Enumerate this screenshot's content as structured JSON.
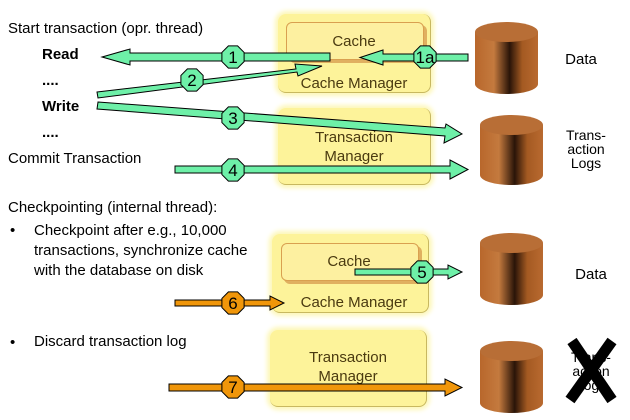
{
  "left_text": {
    "start_transaction": "Start transaction (opr. thread)",
    "read": "Read",
    "dots1": "....",
    "write": "Write",
    "dots2": "....",
    "commit": "Commit Transaction",
    "checkpointing": "Checkpointing (internal thread):",
    "bullet": "•",
    "bullet1": "Checkpoint after e.g., 10,000 transactions, synchronize cache with the database on disk",
    "bullet2": "Discard transaction log"
  },
  "boxes": {
    "cache_manager_top": "Cache Manager",
    "cache_top": "Cache",
    "transaction_manager_top": "Transaction Manager",
    "cache_manager_bottom": "Cache Manager",
    "cache_bottom": "Cache",
    "transaction_manager_bottom": "Transaction Manager"
  },
  "storage": {
    "data_top": "Data",
    "logs_top": "Trans-action Logs",
    "data_bottom": "Data",
    "logs_bottom": "Trans-action Logs",
    "logs_bottom_status": "discarded (crossed out)"
  },
  "steps": [
    {
      "label": "1",
      "color": "green"
    },
    {
      "label": "1a",
      "color": "green"
    },
    {
      "label": "2",
      "color": "green"
    },
    {
      "label": "3",
      "color": "green"
    },
    {
      "label": "4",
      "color": "green"
    },
    {
      "label": "5",
      "color": "green"
    },
    {
      "label": "6",
      "color": "orange"
    },
    {
      "label": "7",
      "color": "orange"
    }
  ],
  "colors": {
    "green_arrow": "#6ef0a8",
    "orange_arrow": "#f0960a",
    "manager_fill": "#fdf39a",
    "cylinder": "#b86a30"
  }
}
